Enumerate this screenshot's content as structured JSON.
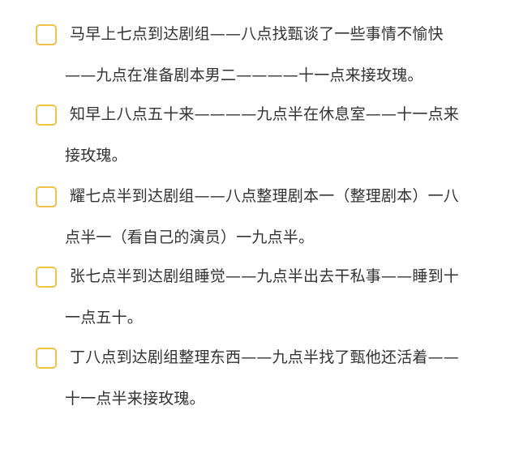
{
  "todos": [
    {
      "checked": false,
      "lines": [
        "马早上七点到达剧组——八点找甄谈了一些事情不愉快",
        "——九点在准备剧本男二————十一点来接玫瑰。"
      ]
    },
    {
      "checked": false,
      "lines": [
        "知早上八点五十来————九点半在休息室——十一点来",
        "接玫瑰。"
      ]
    },
    {
      "checked": false,
      "lines": [
        "耀七点半到达剧组——八点整理剧本一（整理剧本）一八",
        "点半一（看自己的演员）一九点半。"
      ]
    },
    {
      "checked": false,
      "lines": [
        "张七点半到达剧组睡觉——九点半出去干私事——睡到十",
        "一点五十。"
      ]
    },
    {
      "checked": false,
      "lines": [
        "丁八点到达剧组整理东西——九点半找了甄他还活着——",
        "十一点半来接玫瑰。"
      ]
    }
  ],
  "colors": {
    "checkbox_border": "#f0c04a",
    "text": "#333333",
    "background": "#ffffff"
  }
}
